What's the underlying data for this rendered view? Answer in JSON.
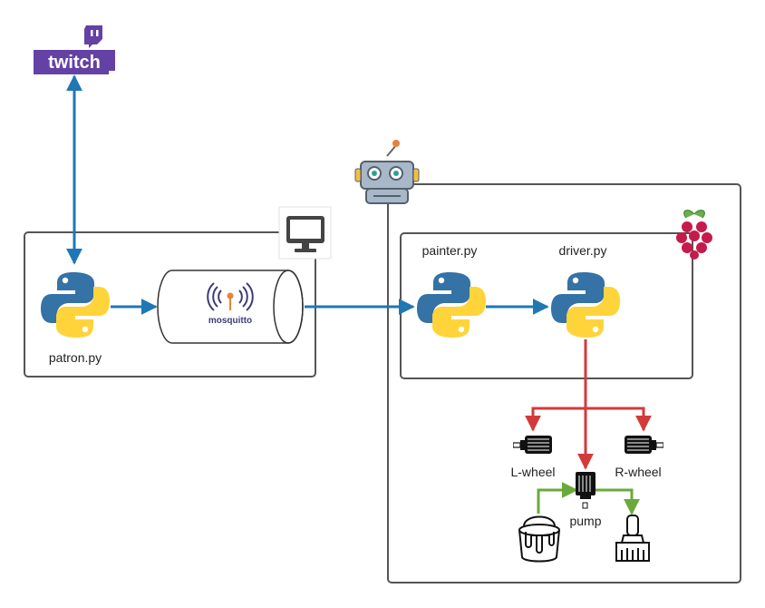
{
  "labels": {
    "patron": "patron.py",
    "painter": "painter.py",
    "driver": "driver.py",
    "l_wheel": "L-wheel",
    "r_wheel": "R-wheel",
    "pump": "pump",
    "twitch_logo": "twitch",
    "mosquitto_logo": "mosquitto"
  },
  "colors": {
    "flow_blue": "#1f77b4",
    "control_red": "#d33a3a",
    "paint_green": "#6aaa3a",
    "box_border": "#555555",
    "twitch_purple": "#6441a5",
    "python_blue": "#3572a5",
    "python_yellow": "#ffd43b",
    "mosquitto_navy": "#3c3c78",
    "mosquitto_orange": "#e8823a",
    "raspberry_red": "#c51a4a",
    "raspberry_green": "#6ab04c"
  },
  "icons": [
    "twitch-logo-icon",
    "monitor-icon",
    "robot-icon",
    "raspberry-pi-icon",
    "python-icon",
    "mosquitto-icon",
    "motor-icon",
    "paint-bucket-icon",
    "paintbrush-icon"
  ]
}
